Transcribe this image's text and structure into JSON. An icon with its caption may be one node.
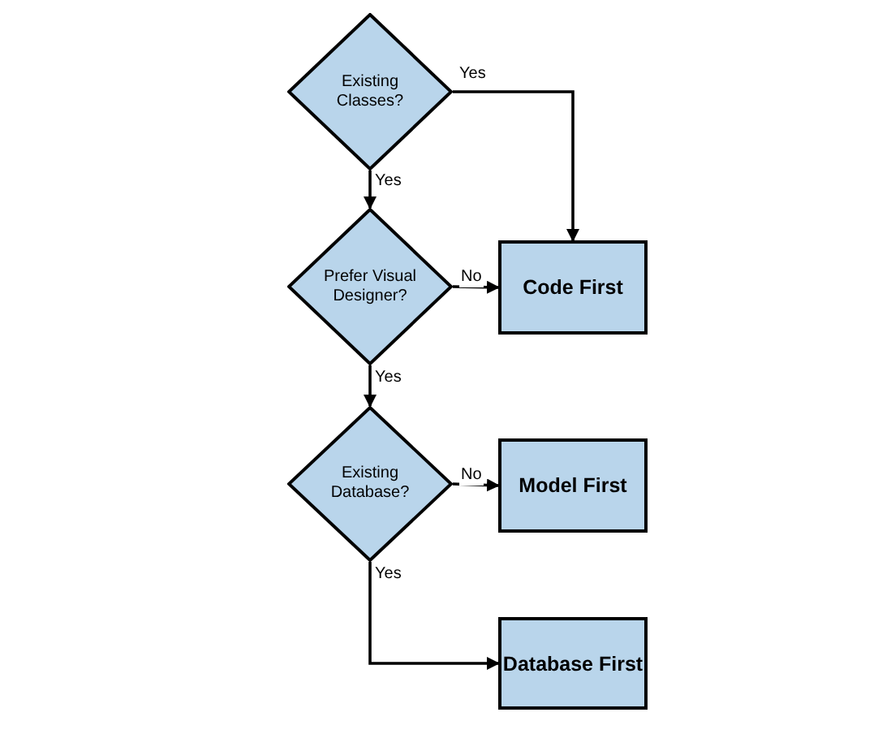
{
  "diagram": {
    "nodes": [
      {
        "text": [
          "Existing Classes?"
        ]
      },
      {
        "text": [
          "Prefer Visual Designer?"
        ]
      },
      {
        "text": [
          "Code First"
        ]
      },
      {
        "text": [
          "Existing Database?"
        ]
      },
      {
        "text": [
          "Model First"
        ]
      },
      {
        "text": [
          "Database First"
        ]
      }
    ],
    "edges": [
      {
        "from": 0,
        "to": 2,
        "arrow": "to",
        "label": "Yes"
      },
      {
        "from": 0,
        "to": 1,
        "arrow": "to",
        "label": "Yes"
      },
      {
        "from": 1,
        "to": 2,
        "arrow": "to",
        "label": "No"
      },
      {
        "from": 1,
        "to": 3,
        "arrow": "to",
        "label": "Yes"
      },
      {
        "from": 3,
        "to": 4,
        "arrow": "to",
        "label": "No"
      },
      {
        "from": 3,
        "to": 5,
        "arrow": "to",
        "label": "Yes"
      }
    ]
  }
}
